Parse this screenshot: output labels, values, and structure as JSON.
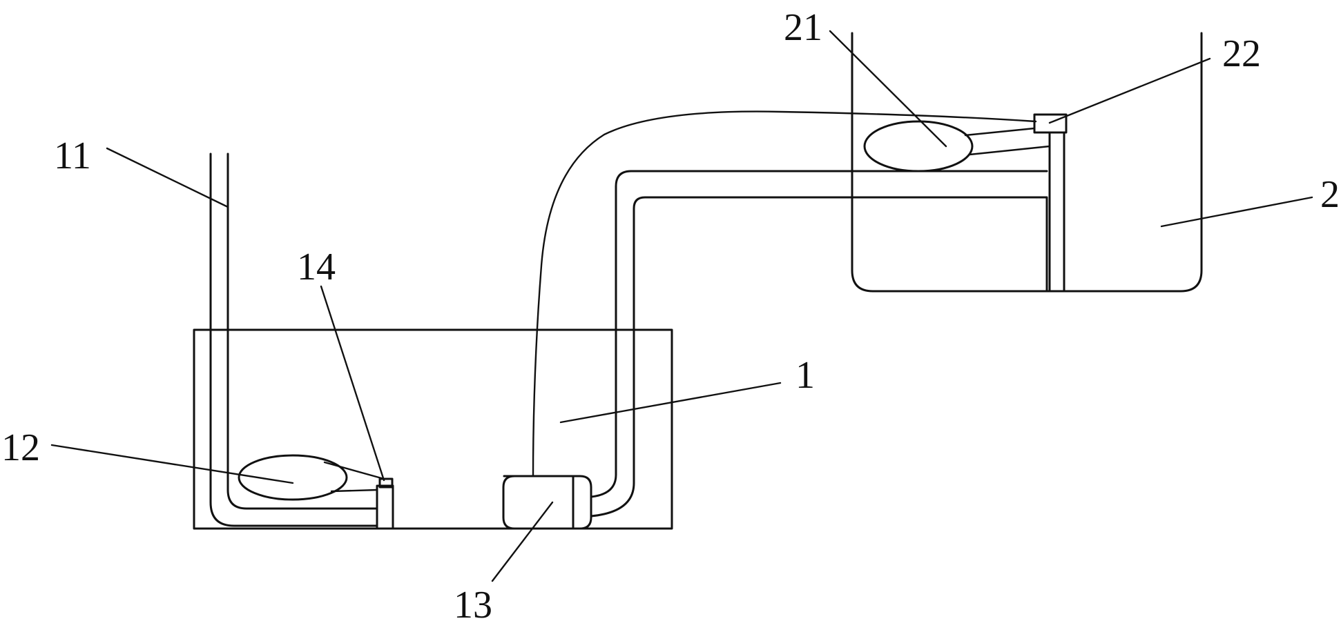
{
  "labels": {
    "tank_main": "1",
    "tank_upper": "2",
    "pipe_left": "11",
    "float_left": "12",
    "pump": "13",
    "valve_left": "14",
    "float_right": "21",
    "valve_right": "22"
  }
}
